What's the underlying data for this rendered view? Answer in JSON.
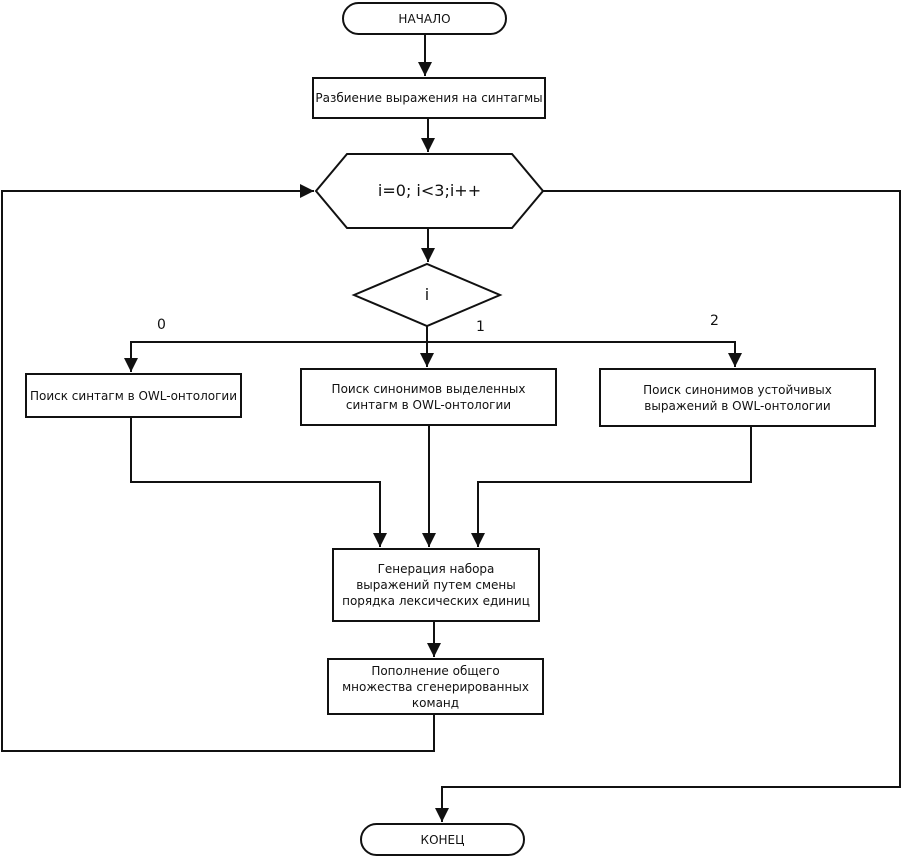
{
  "flowchart": {
    "start": "НАЧАЛО",
    "split": "Разбиение выражения на синтагмы",
    "loop": "i=0; i<3;i++",
    "decision": "i",
    "branch_labels": [
      "0",
      "1",
      "2"
    ],
    "search_syntagms": "Поиск синтагм в OWL-онтологии",
    "search_synonyms": "Поиск синонимов выделенных синтагм в OWL-онтологии",
    "search_stable": "Поиск синонимов устойчивых выражений в OWL-онтологии",
    "generate": "Генерация набора выражений путем смены порядка лексических единиц",
    "replenish": "Пополнение общего множества сгенерированных команд",
    "end": "КОНЕЦ"
  }
}
